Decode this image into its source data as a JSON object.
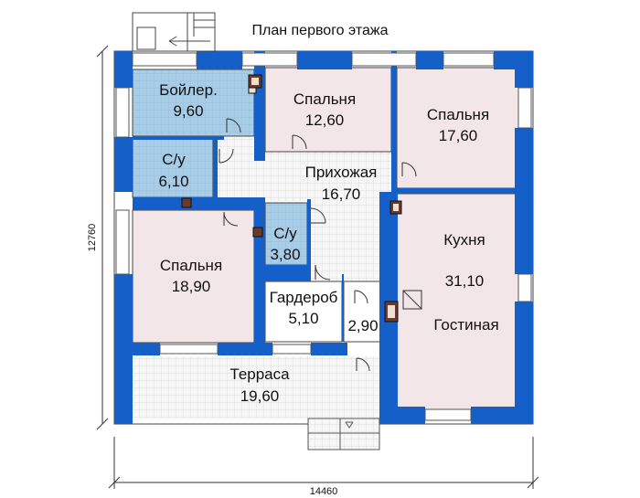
{
  "title": "План первого этажа",
  "dimensions": {
    "width": "14460",
    "height": "12760"
  },
  "rooms": {
    "boiler": {
      "name": "Бойлер.",
      "area": "9,60"
    },
    "bedroom_top": {
      "name": "Спальня",
      "area": "12,60"
    },
    "bedroom_top_right": {
      "name": "Спальня",
      "area": "17,60"
    },
    "wc_left": {
      "name": "С/у",
      "area": "6,10"
    },
    "hall": {
      "name": "Прихожая",
      "area": "16,70"
    },
    "wc_center": {
      "name": "С/у",
      "area": "3,80"
    },
    "bedroom_left": {
      "name": "Спальня",
      "area": "18,90"
    },
    "kitchen": {
      "name": "Кухня",
      "area": "31,10",
      "name2": "Гостиная"
    },
    "wardrobe": {
      "name": "Гардероб",
      "area": "5,10"
    },
    "closet": {
      "area": "2,90"
    },
    "terrace": {
      "name": "Терраса",
      "area": "19,60"
    }
  },
  "colors": {
    "wall": "#1560c8",
    "bedroom_fill": "#f3e6e9",
    "wet_fill": "#a9cde6",
    "tile_fill": "#f6f6f6",
    "grid_line": "#d4d4d4"
  }
}
